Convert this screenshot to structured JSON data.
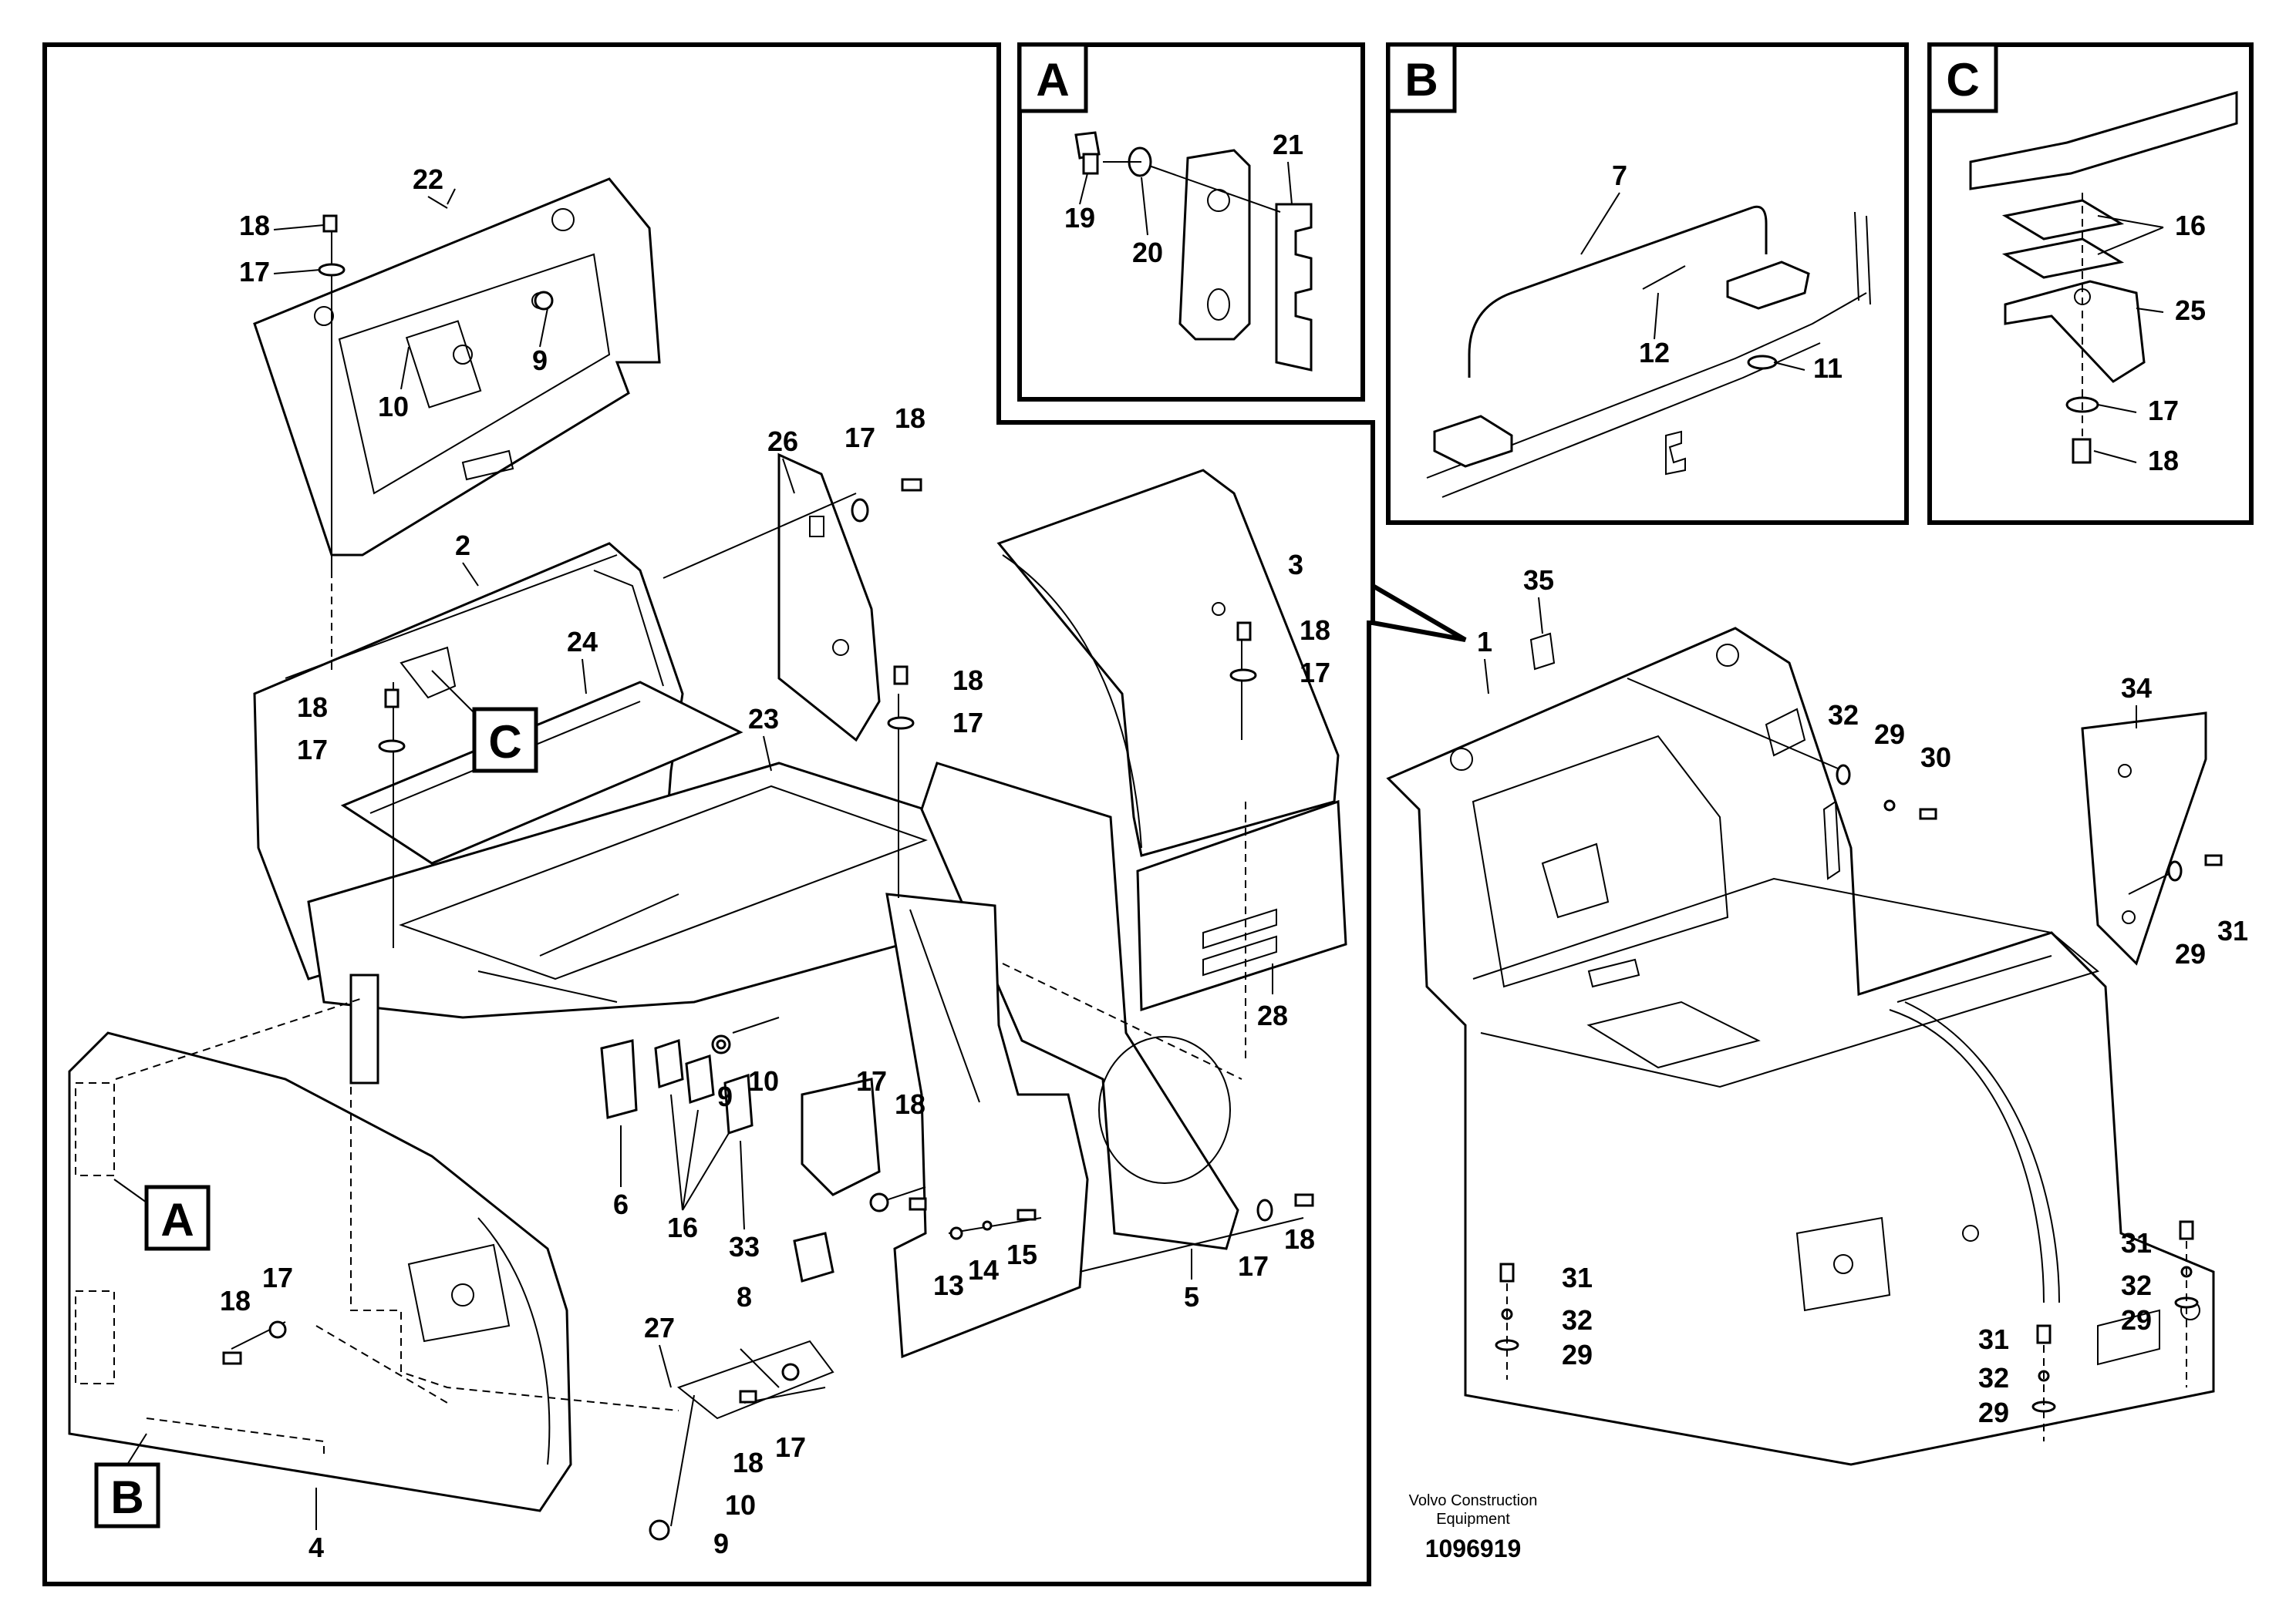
{
  "detail_views": {
    "a": {
      "tag": "A"
    },
    "b": {
      "tag": "B"
    },
    "c": {
      "tag": "C"
    }
  },
  "view_references": {
    "a": "A",
    "b": "B",
    "c": "C"
  },
  "callouts": [
    "22",
    "18",
    "17",
    "9",
    "10",
    "26",
    "17",
    "18",
    "2",
    "24",
    "18",
    "17",
    "23",
    "18",
    "17",
    "3",
    "18",
    "17",
    "28",
    "9",
    "10",
    "6",
    "16",
    "33",
    "17",
    "18",
    "13",
    "14",
    "15",
    "8",
    "5",
    "17",
    "18",
    "18",
    "17",
    "27",
    "18",
    "17",
    "4",
    "10",
    "9",
    "19",
    "20",
    "21",
    "7",
    "12",
    "11",
    "16",
    "25",
    "17",
    "18",
    "35",
    "1",
    "32",
    "29",
    "30",
    "34",
    "29",
    "31",
    "31",
    "32",
    "29",
    "31",
    "32",
    "29",
    "31",
    "32",
    "29"
  ],
  "footer": {
    "company": "Volvo Construction",
    "company_line2": "Equipment",
    "drawing_number": "1096919"
  }
}
